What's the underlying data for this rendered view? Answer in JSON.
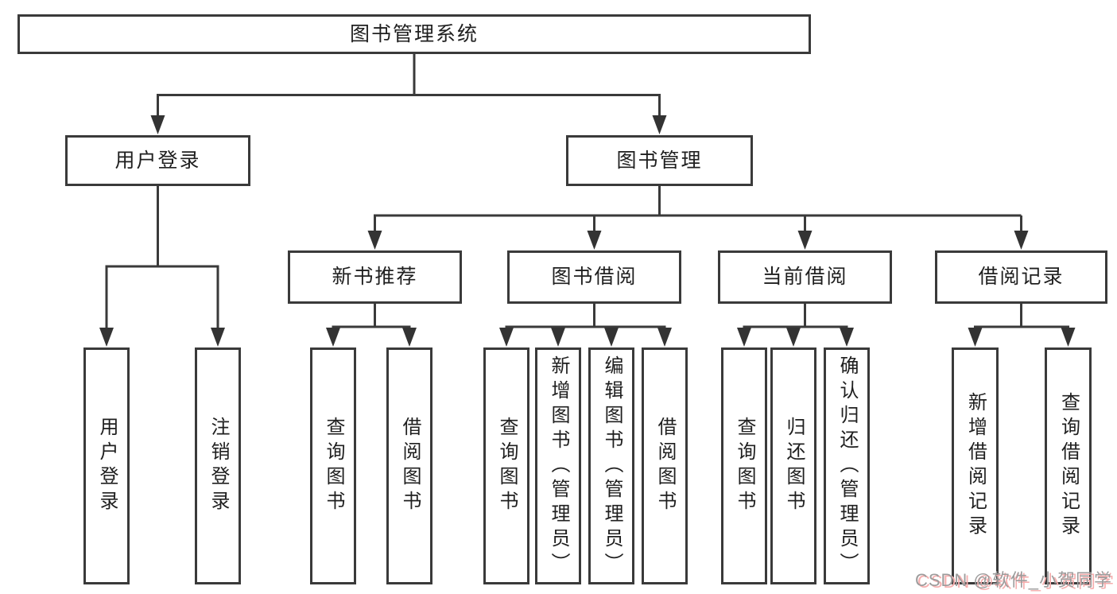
{
  "diagram": {
    "root": {
      "label": "图书管理系统"
    },
    "branches": [
      {
        "label": "用户登录",
        "leaves": [
          {
            "label": "用户登录"
          },
          {
            "label": "注销登录"
          }
        ]
      },
      {
        "label": "图书管理",
        "groups": [
          {
            "label": "新书推荐",
            "leaves": [
              {
                "label": "查询图书"
              },
              {
                "label": "借阅图书"
              }
            ]
          },
          {
            "label": "图书借阅",
            "leaves": [
              {
                "label": "查询图书"
              },
              {
                "label": "新增图书（管理员）"
              },
              {
                "label": "编辑图书（管理员）"
              },
              {
                "label": "借阅图书"
              }
            ]
          },
          {
            "label": "当前借阅",
            "leaves": [
              {
                "label": "查询图书"
              },
              {
                "label": "归还图书"
              },
              {
                "label": "确认归还（管理员）"
              }
            ]
          },
          {
            "label": "借阅记录",
            "leaves": [
              {
                "label": "新增借阅记录"
              },
              {
                "label": "查询借阅记录"
              }
            ]
          }
        ]
      }
    ]
  },
  "watermark": {
    "text": "CSDN @软件_小贺同学"
  },
  "colors": {
    "line": "#3a3a3a",
    "box_border": "#3a3a3a",
    "box_fill": "#ffffff",
    "text": "#1f1f1f",
    "watermark_text": "#9c9c9c",
    "watermark_shadow": "#f6aeae"
  }
}
